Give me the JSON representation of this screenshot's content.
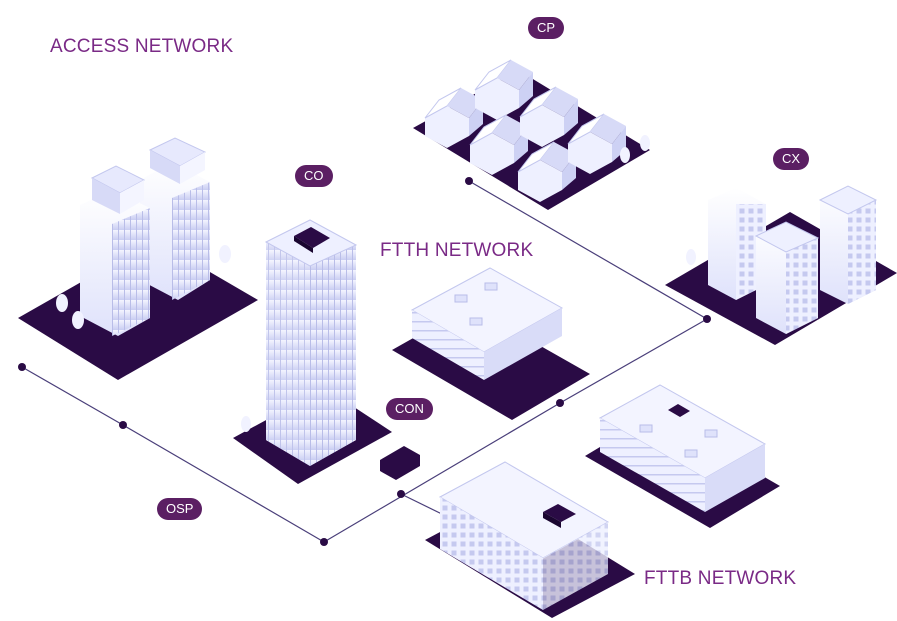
{
  "headings": {
    "access_network": "ACCESS NETWORK",
    "ftth_network": "FTTH NETWORK",
    "fttb_network": "FTTB NETWORK"
  },
  "badges": {
    "cp": "CP",
    "co": "CO",
    "cx": "CX",
    "con": "CON",
    "osp": "OSP"
  },
  "colors": {
    "heading": "#7a2a86",
    "badge": "#5b1f63",
    "ground": "#2a0b45",
    "building": "#e6e8fb",
    "line": "#4a3f7a"
  }
}
